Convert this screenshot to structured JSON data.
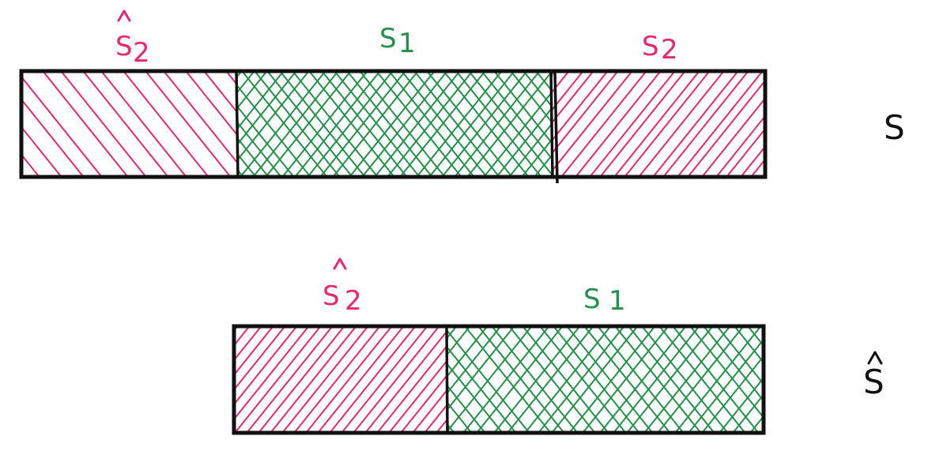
{
  "colors": {
    "outline": "#111111",
    "hatch_pink": "#e8276e",
    "hatch_green": "#23914a",
    "label_pink": "#e8276e",
    "label_green": "#23914a"
  },
  "bar_s": {
    "row_label": "S",
    "segments": [
      {
        "label": "S",
        "subscript": "2",
        "hat": true,
        "hatch": "diagonal"
      },
      {
        "label": "S",
        "subscript": "1",
        "hat": false,
        "hatch": "crosshatch"
      },
      {
        "label": "S",
        "subscript": "2",
        "hat": false,
        "hatch": "diagonal"
      }
    ]
  },
  "bar_s_hat": {
    "row_label": "S",
    "row_label_hat": true,
    "segments": [
      {
        "label": "S",
        "subscript": "2",
        "hat": true,
        "hatch": "diagonal"
      },
      {
        "label": "S",
        "subscript": "1",
        "hat": false,
        "hatch": "crosshatch"
      }
    ]
  }
}
